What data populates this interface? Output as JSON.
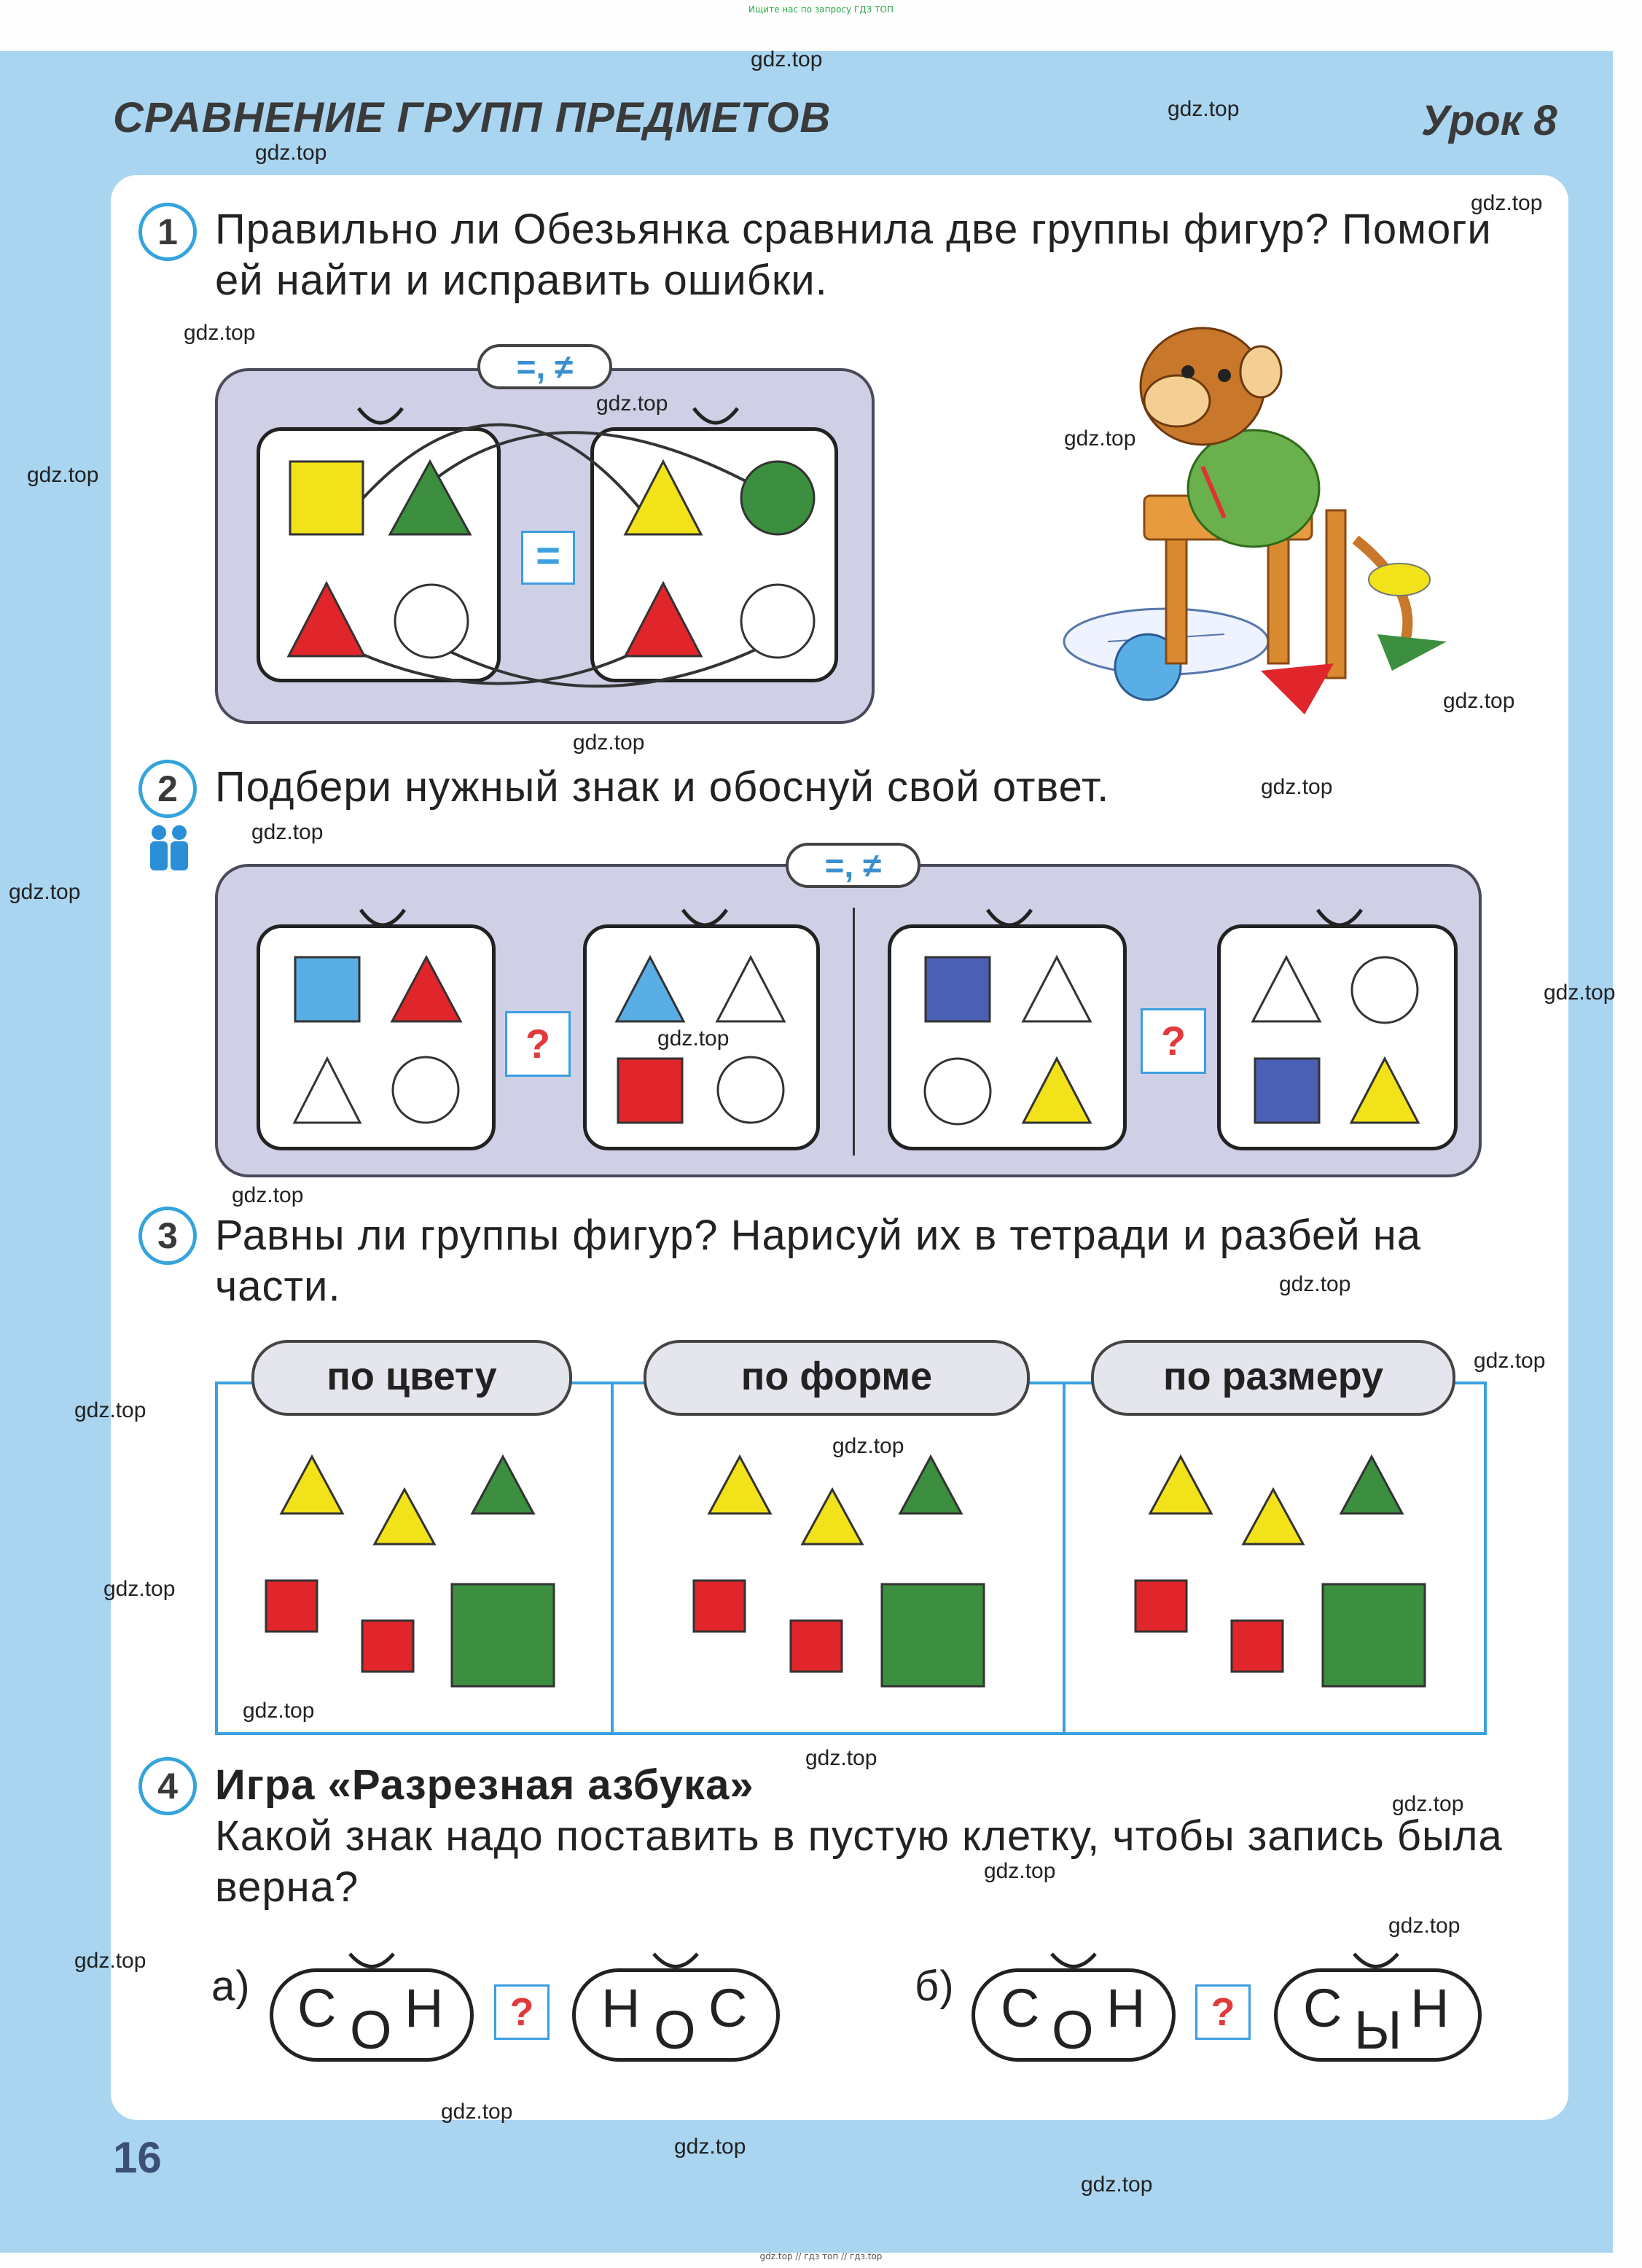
{
  "top_note": "Ищите нас по запросу ГДЗ ТОП",
  "bottom_note": "gdz.top // гдз топ // гдз.top",
  "header": {
    "title": "СРАВНЕНИЕ ГРУПП ПРЕДМЕТОВ",
    "lesson": "Урок 8"
  },
  "page_number": "16",
  "watermark": "gdz.top",
  "tasks": {
    "t1": {
      "number": "1",
      "text": "Правильно ли Обезьянка сравнила две группы фигур? Помоги ей найти и исправить ошибки.",
      "signs": "=, ≠",
      "answer": "="
    },
    "t2": {
      "number": "2",
      "text": "Подбери нужный знак и обоснуй свой ответ.",
      "signs": "=, ≠",
      "q1": "?",
      "q2": "?"
    },
    "t3": {
      "number": "3",
      "text": "Равны ли группы фигур? Нарисуй их в тетради и разбей на части.",
      "categories": [
        "по цвету",
        "по форме",
        "по размеру"
      ]
    },
    "t4": {
      "number": "4",
      "title": "Игра «Разрезная азбука»",
      "text": "Какой знак надо поставить в пустую клетку, чтобы запись была верна?",
      "a": {
        "label": "а)",
        "left": [
          "С",
          "О",
          "Н"
        ],
        "right": [
          "Н",
          "О",
          "С"
        ],
        "q": "?"
      },
      "b": {
        "label": "б)",
        "left": [
          "С",
          "О",
          "Н"
        ],
        "right": [
          "С",
          "Ы",
          "Н"
        ],
        "q": "?"
      }
    }
  },
  "colors": {
    "red": "#e0262b",
    "yellow": "#f2e21a",
    "green": "#3b8f3e",
    "blue": "#5aaee6",
    "darkblue": "#4b5fb5",
    "accent": "#35a4dc",
    "q": "#e03a3a"
  }
}
